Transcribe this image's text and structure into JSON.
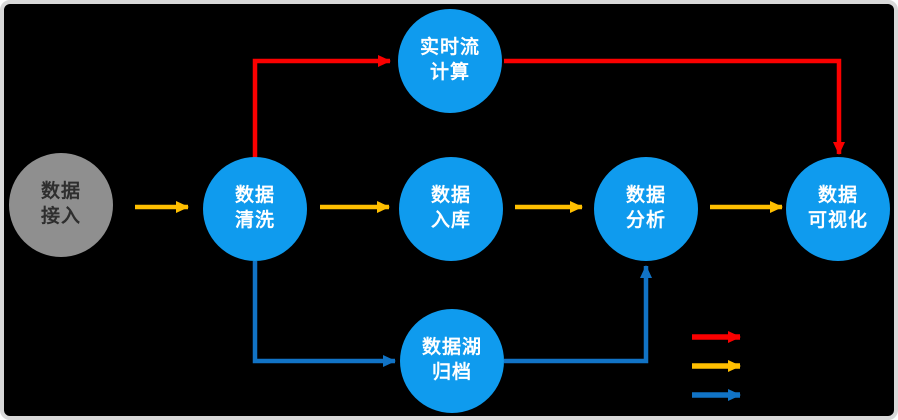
{
  "colors": {
    "canvas_background": "#000000",
    "frame_border": "#d9d9d9",
    "node_blue": "#0f9bee",
    "node_gray": "#8f8f8f",
    "node_text_light": "#ffffff",
    "node_text_dark": "#2e2e2e",
    "arrow_red": "#fb0000",
    "arrow_yellow": "#ffbf00",
    "arrow_blue": "#1173c5"
  },
  "diagram": {
    "nodes": [
      {
        "id": "data-access",
        "label": "数据\n接入",
        "color": "gray"
      },
      {
        "id": "data-cleaning",
        "label": "数据\n清洗",
        "color": "blue"
      },
      {
        "id": "realtime-stream",
        "label": "实时流\n计算",
        "color": "blue"
      },
      {
        "id": "data-storage",
        "label": "数据\n入库",
        "color": "blue"
      },
      {
        "id": "data-analysis",
        "label": "数据\n分析",
        "color": "blue"
      },
      {
        "id": "data-visualization",
        "label": "数据\n可视化",
        "color": "blue"
      },
      {
        "id": "data-lake-archive",
        "label": "数据湖\n归档",
        "color": "blue"
      }
    ],
    "legend": {
      "items": [
        {
          "name": "red-flow",
          "color": "#fb0000"
        },
        {
          "name": "yellow-flow",
          "color": "#ffbf00"
        },
        {
          "name": "blue-flow",
          "color": "#1173c5"
        }
      ]
    }
  }
}
